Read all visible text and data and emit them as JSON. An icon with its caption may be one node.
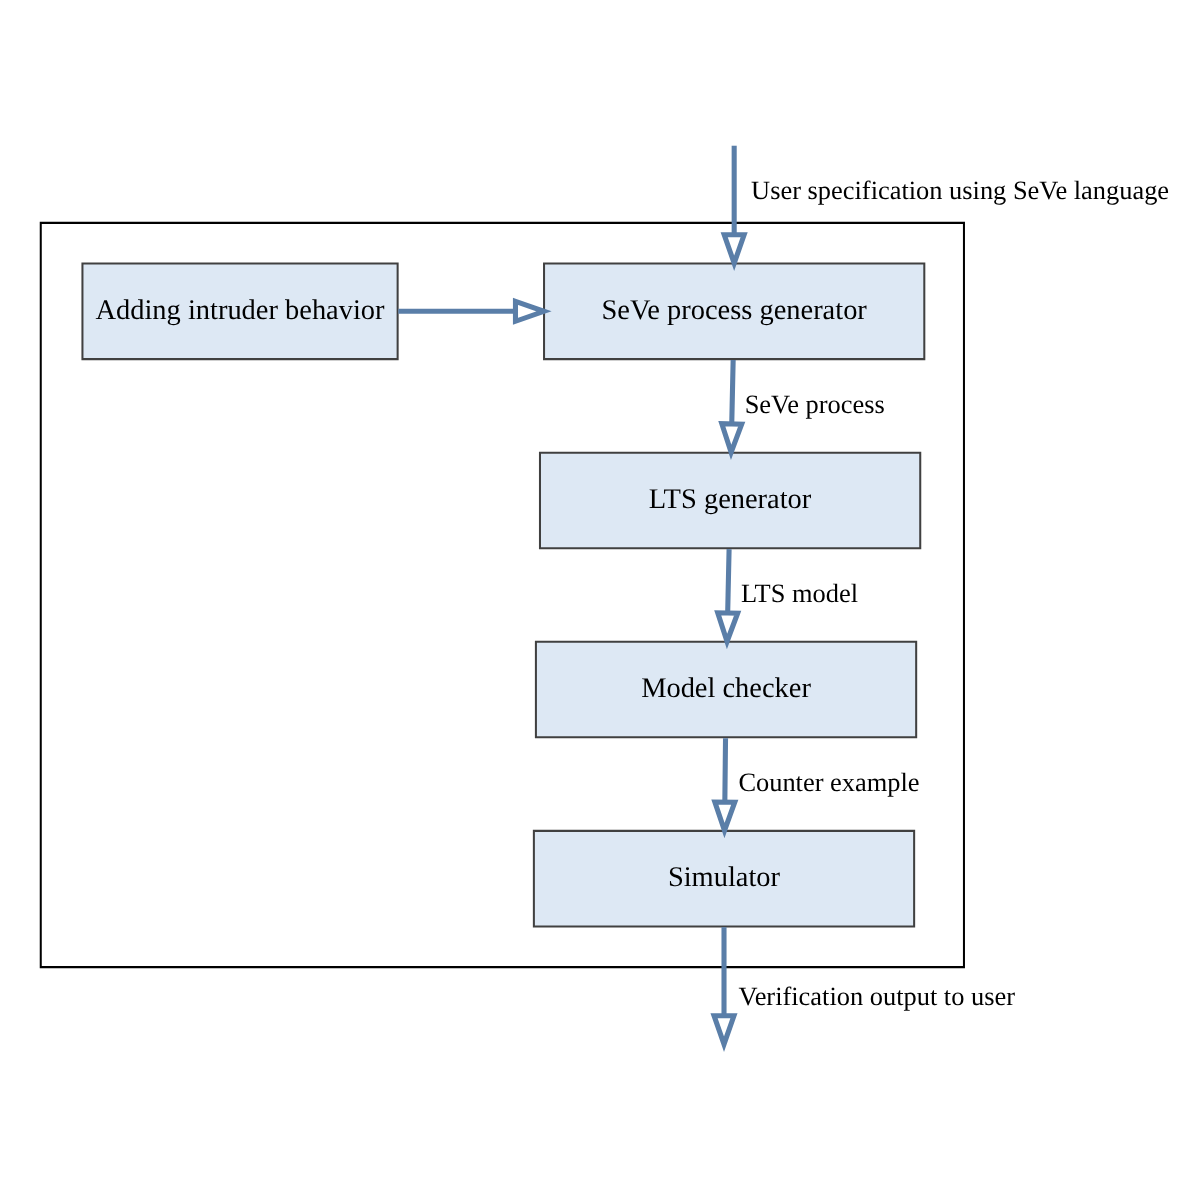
{
  "diagram": {
    "nodes": [
      {
        "text": [],
        "shape": "box"
      },
      {
        "text": [
          "Adding intruder behavior"
        ],
        "in": 0
      },
      {
        "text": [
          "SeVe process generator"
        ],
        "in": 0
      },
      {
        "text": [
          "LTS generator"
        ],
        "in": 0
      },
      {
        "text": [
          "Model checker"
        ],
        "in": 0
      },
      {
        "text": [
          "Simulator"
        ],
        "in": 0
      }
    ],
    "edges": [
      {
        "from": null,
        "to": 2,
        "arrow": "to",
        "label": "User specification using SeVe language"
      },
      {
        "from": 1,
        "to": 2,
        "arrow": "to"
      },
      {
        "from": 2,
        "to": 3,
        "arrow": "to",
        "label": "SeVe process"
      },
      {
        "from": 3,
        "to": 4,
        "arrow": "to",
        "label": "LTS model"
      },
      {
        "from": 4,
        "to": 5,
        "arrow": "to",
        "label": "Counter example"
      },
      {
        "from": 5,
        "to": null,
        "arrow": "to",
        "label": "Verification output to user"
      }
    ]
  }
}
